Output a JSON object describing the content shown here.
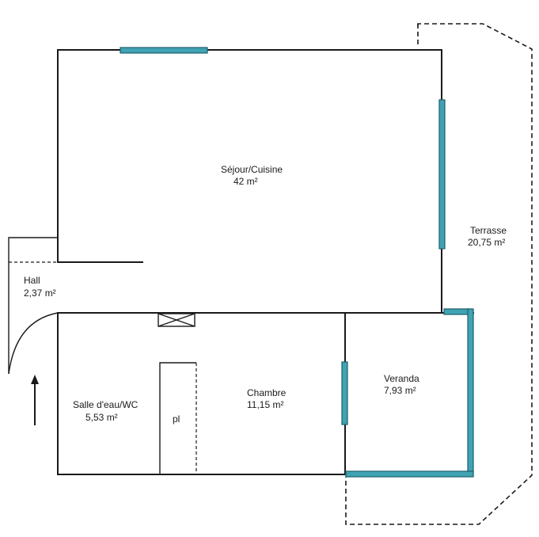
{
  "rooms": {
    "sejour": {
      "name": "Séjour/Cuisine",
      "area": "42  m²"
    },
    "terrasse": {
      "name": "Terrasse",
      "area": "20,75  m²"
    },
    "hall": {
      "name": "Hall",
      "area": "2,37  m²"
    },
    "salle_eau": {
      "name": "Salle d'eau/WC",
      "area": "5,53  m²"
    },
    "placard": {
      "name": "pl"
    },
    "chambre": {
      "name": "Chambre",
      "area": "11,15  m²"
    },
    "veranda": {
      "name": "Veranda",
      "area": "7,93  m²"
    }
  },
  "colors": {
    "glazing": "#3fa3b4",
    "walls": "#1a1a1a"
  },
  "icons": [
    "entrance-arrow-icon",
    "ventilation-cross-icon"
  ]
}
